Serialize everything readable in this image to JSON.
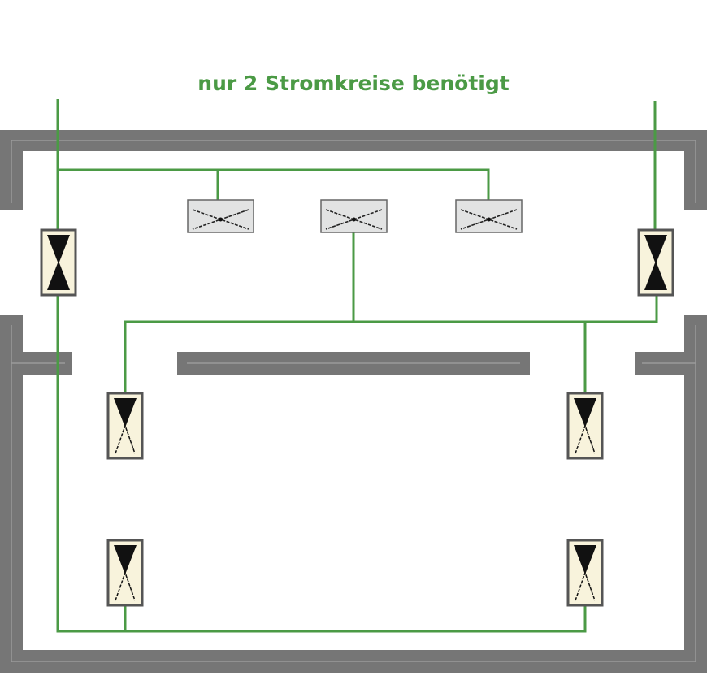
{
  "title": "nur 2 Stromkreise benötigt",
  "colors": {
    "wire": "#4b9a45",
    "wall": "#767676",
    "wall_line": "#9a9a9a",
    "lamp_fill": "#e2e3e3",
    "switch_fill": "#f8f3dc",
    "title": "#4b9a45"
  },
  "lamps": [
    {
      "name": "ceiling-lamp-left"
    },
    {
      "name": "ceiling-lamp-center"
    },
    {
      "name": "ceiling-lamp-right"
    }
  ],
  "switches": [
    {
      "name": "switch-top-left",
      "type": "double"
    },
    {
      "name": "switch-top-right",
      "type": "double"
    },
    {
      "name": "switch-mid-left",
      "type": "single"
    },
    {
      "name": "switch-mid-right",
      "type": "single"
    },
    {
      "name": "switch-bottom-left",
      "type": "single"
    },
    {
      "name": "switch-bottom-right",
      "type": "single"
    }
  ]
}
